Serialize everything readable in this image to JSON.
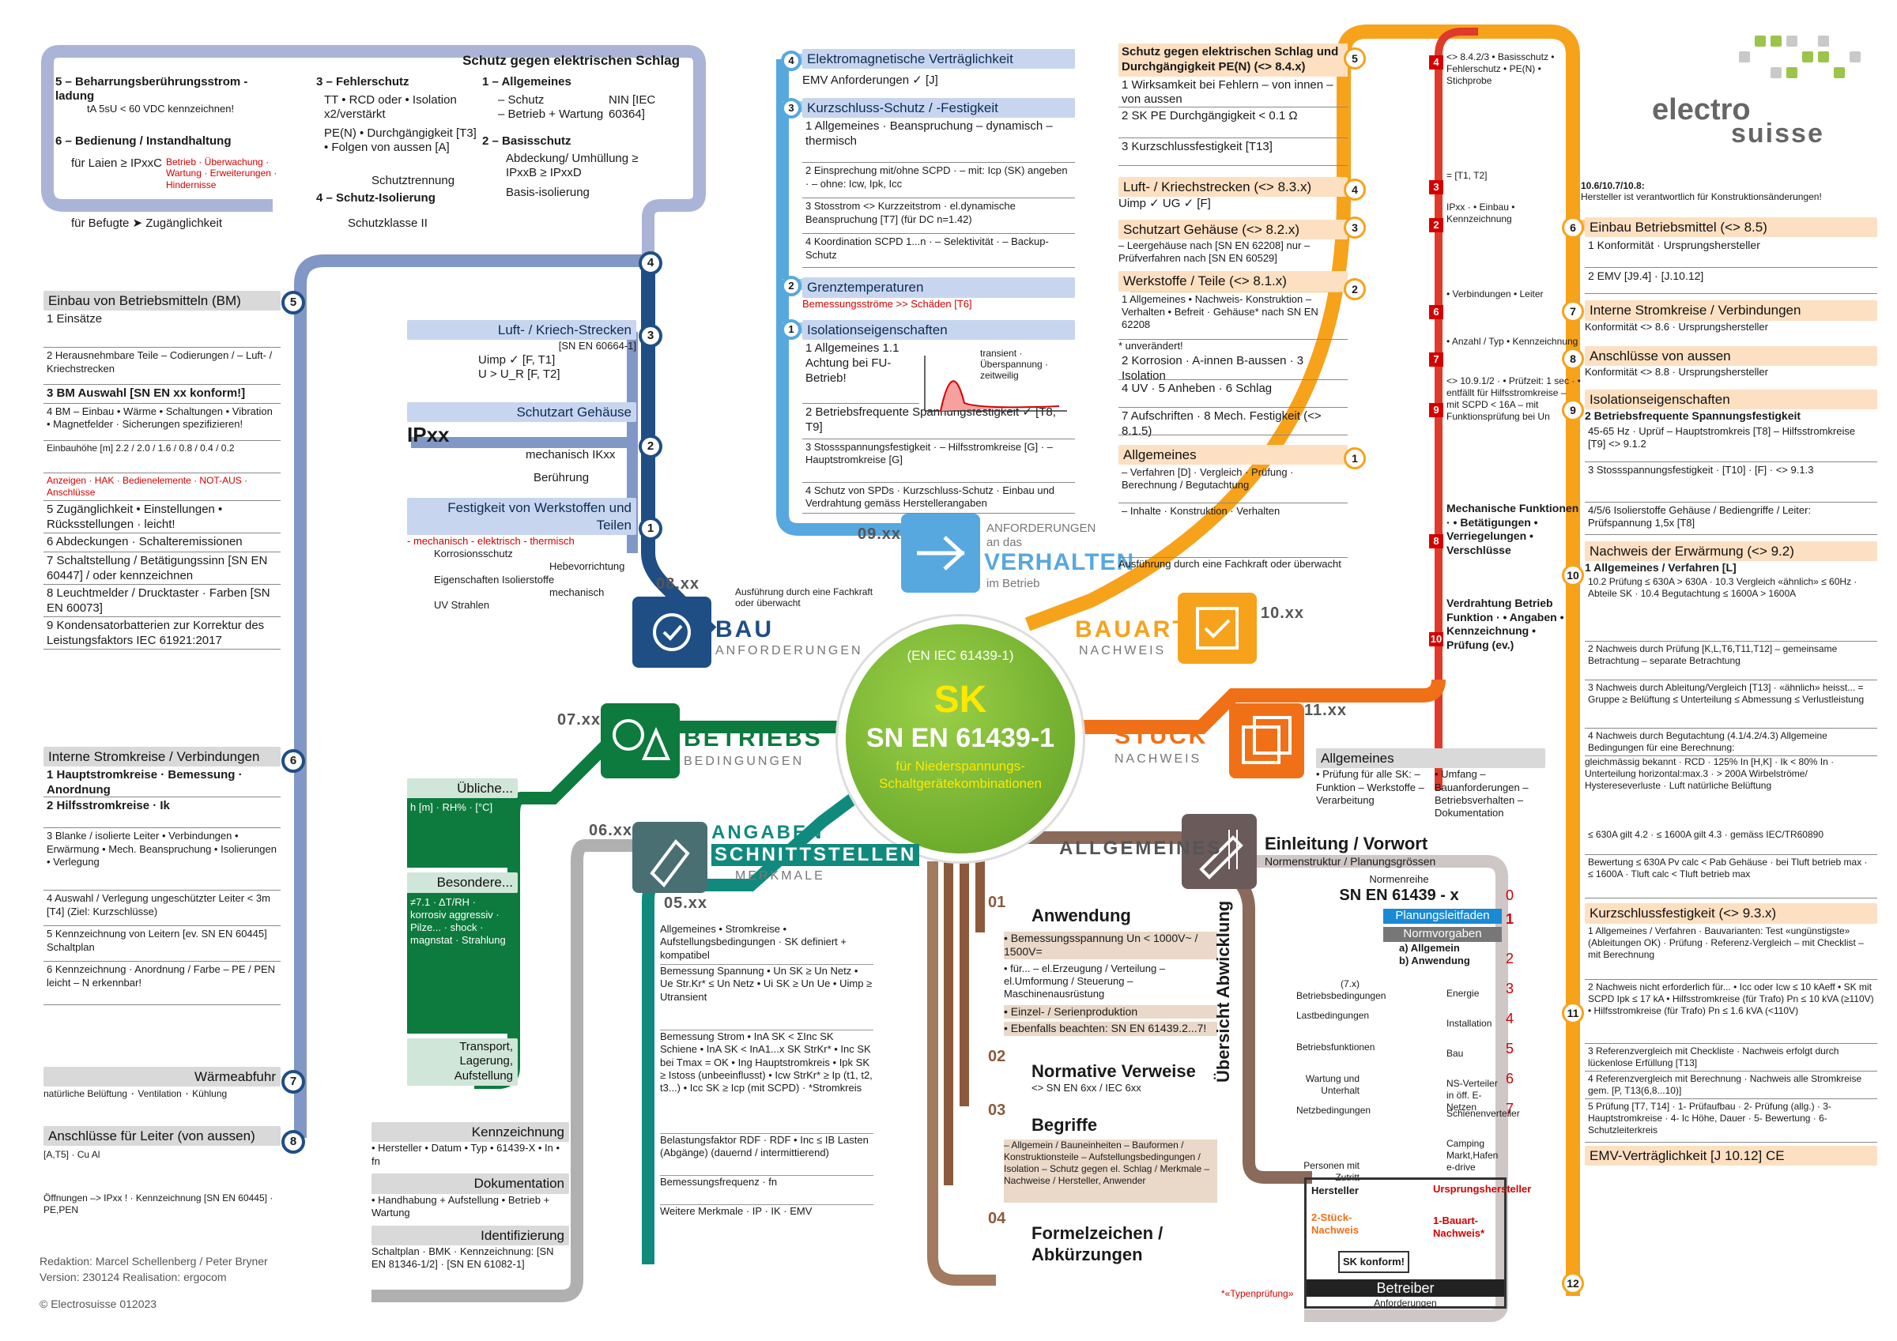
{
  "center": {
    "code": "SK",
    "standard": "SN EN 61439-1",
    "ref": "(EN IEC 61439-1)",
    "subtitle1": "für Niederspannungs-",
    "subtitle2": "Schaltgerätekombinationen"
  },
  "brand": {
    "name1": "electro",
    "name2": "suisse",
    "note1": "10.6/10.7/10.8:",
    "note2": "Hersteller ist verantwortlich für Konstruktionsänderungen!"
  },
  "hubs": {
    "bau": {
      "num": "08.xx",
      "title": "BAU",
      "sub": "ANFORDERUNGEN",
      "note": "Ausführung durch eine Fachkraft oder überwacht"
    },
    "verhalten": {
      "num": "09.xx",
      "title": "VERHALTEN",
      "sub1": "ANFORDERUNGEN",
      "sub2": "an das",
      "sub3": "im Betrieb"
    },
    "bauart": {
      "num": "10.xx",
      "title": "BAUART",
      "sub": "NACHWEIS"
    },
    "stueck": {
      "num": "11.xx",
      "title": "STÜCK",
      "sub": "NACHWEIS"
    },
    "betrieb": {
      "num": "07.xx",
      "title": "BETRIEBS",
      "sub": "BEDINGUNGEN"
    },
    "angaben": {
      "num": "06.xx",
      "title1": "ANGABEN",
      "title2": "SCHNITTSTELLEN",
      "sub": "MERKMALE",
      "num2": "05.xx"
    },
    "allgemeines": {
      "title": "ALLGEMEINES"
    }
  },
  "schutz": {
    "title": "Schutz gegen elektrischen Schlag",
    "i5": "5 – Beharrungsberührungsstrom - ladung",
    "i5b": "tA 5sU < 60 VDC kennzeichnen!",
    "i6": "6 – Bedienung / Instandhaltung",
    "i6a": "für Laien ≥ IPxxC",
    "i6b": "für Befugte ➤ Zugänglichkeit",
    "i6c": "Betrieb · Überwachung · Wartung · Erweiterungen · Hindernisse",
    "i3": "3 – Fehlerschutz",
    "i3a": "TT • RCD oder • Isolation x2/verstärkt",
    "i3b": "PE(N) • Durchgängigkeit [T3] • Folgen von aussen [A]",
    "i3c": "Schutztrennung",
    "i4": "4 – Schutz-Isolierung",
    "i4a": "Schutzklasse II",
    "i1": "1 – Allgemeines",
    "i1a": "– Schutz",
    "i1b": "– Betrieb + Wartung",
    "i1c": "NIN [IEC 60364]",
    "i2": "2 – Basisschutz",
    "i2a": "Abdeckung/ Umhüllung ≥ IPxxB ≥ IPxxD",
    "i2b": "Basis-isolierung"
  },
  "einbau": {
    "title": "Einbau von Betriebsmitteln (BM)",
    "rows": [
      "1 Einsätze",
      "2 Herausnehmbare Teile – Codierungen / – Luft- / Kriechstrecken",
      "3 BM Auswahl [SN EN xx konform!]",
      "4 BM – Einbau • Wärme • Schaltungen • Vibration • Magnetfelder · Sicherungen spezifizieren!",
      "Einbauhöhe [m] 2.2 / 2.0 / 1.6 / 0.8 / 0.4 / 0.2",
      "Anzeigen · HAK · Bedienelemente · NOT-AUS · Anschlüsse",
      "5 Zugänglichkeit • Einstellungen • Rücksstellungen · leicht!",
      "6 Abdeckungen · Schalteremissionen",
      "7 Schaltstellung / Betätigungssinn [SN EN 60447] / oder kennzeichnen",
      "8 Leuchtmelder / Drucktaster · Farben [SN EN 60073]",
      "9 Kondensatorbatterien zur Korrektur des Leistungsfaktors IEC 61921:2017"
    ]
  },
  "intern": {
    "title": "Interne Stromkreise / Verbindungen",
    "rows": [
      "1 Hauptstromkreise · Bemessung · Anordnung",
      "2 Hilfsstromkreise · Ik",
      "3 Blanke / isolierte Leiter • Verbindungen • Erwärmung • Mech. Beanspruchung • Isolierungen • Verlegung",
      "4 Auswahl / Verlegung ungeschützter Leiter < 3m [T4] (Ziel: Kurzschlüsse)",
      "5 Kennzeichnung von Leitern [ev. SN EN 60445] Schaltplan",
      "6 Kennzeichnung · Anordnung / Farbe – PE / PEN leicht – N erkennbar!"
    ]
  },
  "waerme": {
    "title": "Wärmeabfuhr",
    "a": "natürliche Belüftung",
    "b": "Ventilation",
    "c": "Kühlung"
  },
  "anschluss": {
    "title": "Anschlüsse für Leiter (von aussen)",
    "a": "[A,T5]",
    "b": "Cu Al",
    "c": "Öffnungen –> IPxx !",
    "d": "Kennzeichnung [SN EN 60445]",
    "e": "PE,PEN"
  },
  "footer": {
    "red": "Redaktion: Marcel Schellenberg / Peter Bryner",
    "ver": "Version: 230124 Realisation: ergocom",
    "copy": "© Electrosuisse 012023"
  },
  "bau": {
    "s3": "Luft- / Kriech-Strecken",
    "s3a": "[SN EN 60664-1]",
    "s3b": "Uimp ✓ [F, T1]",
    "s3c": "U > U_R [F, T2]",
    "s2": "Schutzart Gehäuse",
    "s2a": "IPxx",
    "s2b": "mechanisch IKxx",
    "s2c": "Berührung",
    "s1": "Festigkeit von Werkstoffen und Teilen",
    "s1a": "- mechanisch - elektrisch - thermisch",
    "s1b": "Korrosionsschutz",
    "s1c": "Hebevorrichtung",
    "s1d": "Eigenschaften Isolierstoffe",
    "s1e": "mechanisch",
    "s1f": "UV Strahlen"
  },
  "verhalten": {
    "s4": "Elektromagnetische Verträglichkeit",
    "s4a": "EMV Anforderungen ✓ [J]",
    "s3": "Kurzschluss-Schutz / -Festigkeit",
    "s3a": "1 Allgemeines · Beanspruchung – dynamisch – thermisch",
    "s3b": "2 Einsprechung mit/ohne SCPD · – mit: Icp (SK) angeben · – ohne: Icw, Ipk, Icc",
    "s3c": "3 Stosstrom <> Kurzzeitstrom · el.dynamische Beanspruchung [T7] (für DC n=1.42)",
    "s3d": "4 Koordination SCPD 1...n · – Selektivität · – Backup-Schutz",
    "s2": "Grenztemperaturen",
    "s2a": "Bemessungsströme >> Schäden [T6]",
    "s1": "Isolationseigenschaften",
    "s1a": "1 Allgemeines 1.1 Achtung bei FU-Betrieb!",
    "s1b": "2 Betriebsfrequente Spannungsfestigkeit ✓ [T8, T9]",
    "s1c": "3 Stossspannungsfestigkeit · – Hilfsstromkreise [G] · – Hauptstromkreise [G]",
    "s1d": "4 Schutz von SPDs · Kurzschluss-Schutz · Einbau und Verdrahtung gemäss Herstellerangaben",
    "graph": "transient · Überspannung · zeitweilig"
  },
  "bauart": {
    "s5": "Schutz gegen elektrischen Schlag und Durchgängigkeit PE(N) (<> 8.4.x)",
    "s5a": "1 Wirksamkeit bei Fehlern – von innen – von aussen",
    "s5b": "2 SK PE Durchgängigkeit < 0.1 Ω",
    "s5c": "3 Kurzschlussfestigkeit [T13]",
    "s4": "Luft- / Kriechstrecken (<> 8.3.x)",
    "s4a": "Uimp ✓ UG ✓ [F]",
    "s3": "Schutzart Gehäuse (<> 8.2.x)",
    "s3a": "– Leergehäuse nach [SN EN 62208] nur – Prüfverfahren nach [SN EN 60529]",
    "s2": "Werkstoffe / Teile (<> 8.1.x)",
    "s2a": "1 Allgemeines • Nachweis- Konstruktion – Verhalten • Befreit · Gehäuse* nach SN EN 62208",
    "s2b": "* unverändert!",
    "s2c": "2 Korrosion · A-innen B-aussen · 3 Isolation",
    "s2d": "4 UV · 5 Anheben · 6 Schlag",
    "s2e": "7 Aufschriften · 8 Mech. Festigkeit (<> 8.1.5)",
    "s1": "Allgemeines",
    "s1a": "– Verfahren [D] · Vergleich · Prüfung · Berechnung / Begutachtung",
    "s1b": "– Inhalte · Konstruktion · Verhalten",
    "s1c": "Ausführung durch eine Fachkraft oder überwacht"
  },
  "redline": {
    "r4": "<> 8.4.2/3 • Basisschutz • Fehlerschutz • PE(N) • Stichprobe",
    "r3": "= [T1, T2]",
    "r2": "IPxx · • Einbau • Kennzeichnung",
    "r6": "• Verbindungen • Leiter",
    "r7": "• Anzahl / Typ • Kennzeichnung",
    "r9": "<> 10.9.1/2 · • Prüfzeit: 1 sec · • entfällt für Hilfsstromkreise – mit SCPD < 16A – mit Funktionsprüfung bei Un",
    "r8": "Mechanische Funktionen · • Betätigungen • Verriegelungen • Verschlüsse",
    "r10": "Verdrahtung Betrieb Funktion · • Angaben • Kennzeichnung • Prüfung (ev.)"
  },
  "right": {
    "s6": "Einbau Betriebsmittel (<> 8.5)",
    "s6a": "1 Konformität · Ursprungshersteller",
    "s6b": "2 EMV [J9.4] · [J.10.12]",
    "s7": "Interne Stromkreise / Verbindungen",
    "s7a": "Konformität <> 8.6 · Ursprungshersteller",
    "s8": "Anschlüsse von aussen",
    "s8a": "Konformität <> 8.8 · Ursprungshersteller",
    "s9": "Isolationseigenschaften",
    "s9a": "2 Betriebsfrequente Spannungsfestigkeit",
    "s9b": "45-65 Hz · Uprüf – Hauptstromkreis [T8] – Hilfsstromkreise [T9] <> 9.1.2",
    "s9c": "3 Stossspannungsfestigkeit · [T10] · [F] · <> 9.1.3",
    "s9d": "4/5/6 Isolierstoffe Gehäuse / Bediengriffe / Leiter: Prüfspannung 1,5x [T8]",
    "s10": "Nachweis der Erwärmung (<> 9.2)",
    "s10a": "1 Allgemeines / Verfahren [L]",
    "s10b": "10.2 Prüfung ≤ 630A > 630A · 10.3 Vergleich «ähnlich» ≤ 60Hz · Abteile SK · 10.4 Begutachtung ≤ 1600A > 1600A",
    "s10c": "2 Nachweis durch Prüfung [K,L,T6,T11,T12] – gemeinsame Betrachtung – separate Betrachtung",
    "s10d": "3 Nachweis durch Ableitung/Vergleich [T13] · «ähnlich» heisst... = Gruppe ≥ Belüftung ≤ Unterteilung ≤ Abmessung ≤ Verlustleistung",
    "s10e": "4 Nachweis durch Begutachtung (4.1/4.2/4.3) Allgemeine Bedingungen für eine Berechnung:",
    "s10f": "gleichmässig bekannt · RCD · 125% In [H,K] · Ik < 80% In · Unterteilung horizontal:max.3 · > 200A Wirbelströme/ Hystereseverluste · Luft natürliche Belüftung",
    "s10g": "≤ 630A gilt 4.2 · ≤ 1600A gilt 4.3 · gemäss IEC/TR60890",
    "s10h": "Bewertung ≤ 630A Pv calc < Pab Gehäuse · bei Tluft betrieb max · ≤ 1600A · Tluft calc < Tluft betrieb max",
    "s11": "Kurzschlussfestigkeit (<> 9.3.x)",
    "s11a": "1 Allgemeines / Verfahren · Bauvarianten: Test «ungünstigste» (Ableitungen OK) · Prüfung · Referenz-Vergleich – mit Checklist – mit Berechnung",
    "s11b": "2 Nachweis nicht erforderlich für... • Icc oder Icw ≤ 10 kAeff • SK mit SCPD Ipk ≤ 17 kA • Hilfsstromkreise (für Trafo) Pn ≤ 10 kVA (≥110V) • Hilfsstromkreise (für Trafo) Pn ≤ 1.6 kVA (<110V)",
    "s11c": "3 Referenzvergleich mit Checkliste · Nachweis erfolgt durch lückenlose Erfüllung [T13]",
    "s11d": "4 Referenzvergleich mit Berechnung · Nachweis alle Stromkreise gem. [P, T13(6,8...10)]",
    "s11e": "5 Prüfung [T7, T14] · 1- Prüfaufbau · 2- Prüfung (allg.) · 3- Hauptstromkreise · 4- Ic Höhe, Dauer · 5- Bewertung · 6- Schutzleiterkreis",
    "s12": "EMV-Verträglichkeit [J 10.12] CE"
  },
  "stueck": {
    "title": "Allgemeines",
    "a": "• Prüfung für alle SK: – Funktion – Werkstoffe – Verarbeitung",
    "b": "• Umfang – Bauanforderungen – Betriebsverhalten – Dokumentation"
  },
  "betrieb": {
    "s1": "Übliche...",
    "s2": "Besondere...",
    "s3": "Transport, Lagerung, Aufstellung",
    "icons1": "h [m] · RH% · [°C]",
    "icons2": "≠7.1 · ΔT/RH · korrosiv aggressiv · Pilze... · shock · magnstat · Strahlung"
  },
  "angaben": {
    "k1": "Kennzeichnung",
    "k1a": "• Hersteller • Datum • Typ • 61439-X • In • fn",
    "k2": "Dokumentation",
    "k2a": "• Handhabung + Aufstellung • Betrieb + Wartung",
    "k3": "Identifizierung",
    "k3a": "Schaltplan · BMK · Kennzeichnung: [SN EN 81346-1/2] · [SN EN 61082-1]",
    "s1": "Allgemeines • Stromkreise • Aufstellungsbedingungen · SK definiert + kompatibel",
    "s2": "Bemessung Spannung • Un SK ≥ Un Netz • Ue Str.Kr* ≤ Un Netz • Ui SK ≥ Un Ue • Uimp ≥ Utransient",
    "s3": "Bemessung Strom • InA SK < ΣInc SK Schiene • InA SK < InA1...x SK StrKr* • Inc SK bei Tmax = OK • Ing Hauptstromkreis • Ipk SK ≥ Istoss (unbeeinflusst) • Icw StrKr* ≥ Ip (t1, t2, t3...) • Icc SK ≥ Icp (mit SCPD) · *Stromkreis",
    "s4": "Belastungsfaktor RDF · RDF • Inc ≤ IB Lasten (Abgänge) (dauernd / intermittierend)",
    "s5": "Bemessungsfrequenz · fn",
    "s6": "Weitere Merkmale · IP · IK · EMV"
  },
  "allg": {
    "title": "Einleitung / Vorwort",
    "sub": "Normenstruktur / Planungsgrössen",
    "n01": "01",
    "a01": "Anwendung",
    "a01a": "• Bemessungsspannung Un < 1000V~ / 1500V=",
    "a01b": "• für... – el.Erzeugung / Verteilung – el.Umformung / Steuerung – Maschinenausrüstung",
    "a01c": "• Einzel- / Serienproduktion",
    "a01d": "• Ebenfalls beachten: SN EN 61439.2...7!",
    "n02": "02",
    "a02": "Normative Verweise",
    "a02a": "<> SN EN 6xx / IEC 6xx",
    "n03": "03",
    "a03": "Begriffe",
    "a03a": "– Allgemein / Bauneinheiten – Bauformen / Konstruktionsteile – Aufstellungsbedingungen / Isolation – Schutz gegen el. Schlag / Merkmale – Nachweise / Hersteller, Anwender",
    "n04": "04",
    "a04": "Formelzeichen / Abkürzungen"
  },
  "uebersicht": {
    "side": "Übersicht Abwicklung",
    "reihe": "Normenreihe",
    "std": "SN EN 61439 - x",
    "plan": "Planungsleitfaden",
    "norm": "Normvorgaben",
    "a": "a) Allgemein",
    "b": "b) Anwendung",
    "items": [
      "Energie",
      "Installation",
      "Bau",
      "NS-Verteiler in öff. E-Netzen",
      "Schienenverteiler",
      "Camping Markt,Hafen e-drive"
    ],
    "left": [
      "(7.x) Betriebsbedingungen",
      "Lastbedingungen",
      "Betriebsfunktionen",
      "Wartung und Unterhalt",
      "Netzbedingungen",
      "Personen mit Zutritt"
    ],
    "nums": [
      "0",
      "1",
      "2",
      "3",
      "4",
      "5",
      "6",
      "7"
    ],
    "hersteller": "Hersteller",
    "ursprung": "Ursprungshersteller",
    "stueck2": "2-Stück-Nachweis",
    "bauart1": "1-Bauart-Nachweis*",
    "konform": "SK konform!",
    "betreiber": "Betreiber",
    "anford": "Anforderungen",
    "typ": "*«Typenprüfung»"
  },
  "colors": {
    "navy": "#1f4e85",
    "steel": "#8a9fc3",
    "sky": "#57a8df",
    "green": "#7ab72f",
    "darkgreen": "#0d7a3e",
    "teal": "#118a7e",
    "orange": "#f7a21b",
    "red": "#d40000",
    "brown": "#8b5a3c",
    "grey": "#a8a8a8",
    "lavender": "#b9b9d9"
  }
}
